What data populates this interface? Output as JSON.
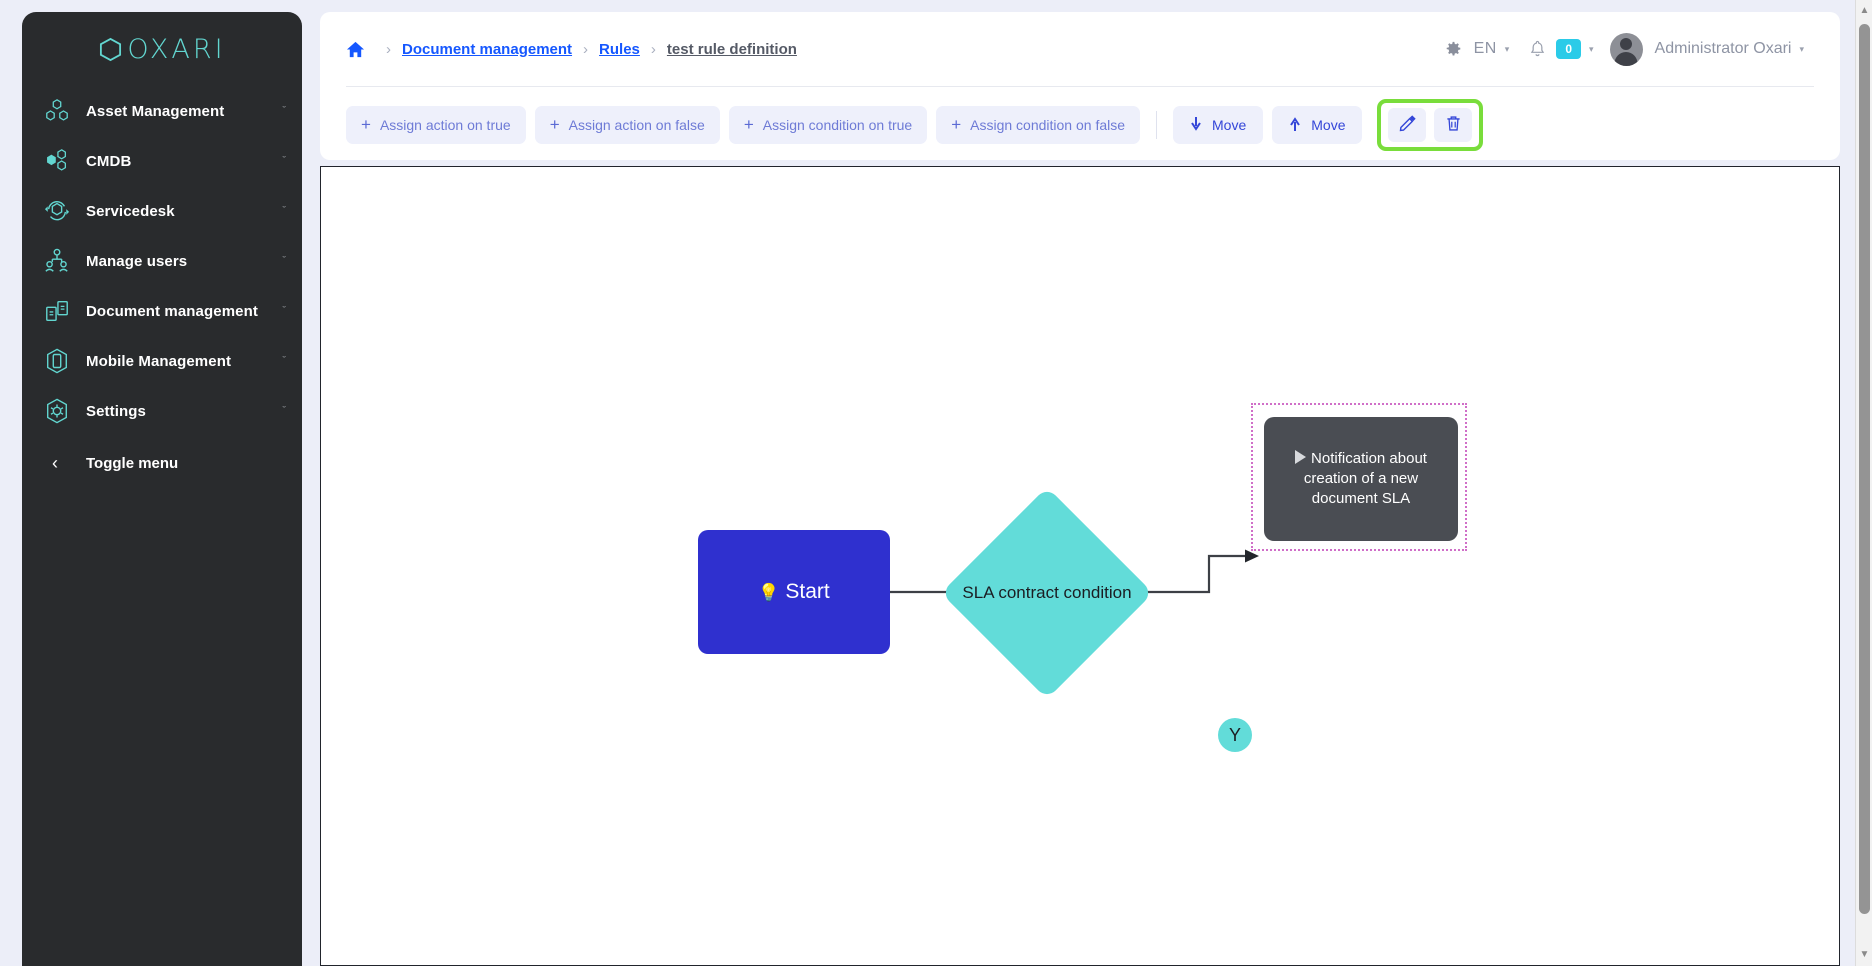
{
  "brand": {
    "logo_text": "OXARI",
    "accent": "#62d6d0"
  },
  "sidebar": {
    "items": [
      {
        "label": "Asset Management",
        "icon": "asset-management-icon",
        "chevron": "ˇ"
      },
      {
        "label": "CMDB",
        "icon": "cmdb-icon",
        "chevron": "ˇ"
      },
      {
        "label": "Servicedesk",
        "icon": "servicedesk-icon",
        "chevron": "ˇ"
      },
      {
        "label": "Manage users",
        "icon": "manage-users-icon",
        "chevron": "ˇ"
      },
      {
        "label": "Document management",
        "icon": "document-management-icon",
        "chevron": "ˇ"
      },
      {
        "label": "Mobile Management",
        "icon": "mobile-management-icon",
        "chevron": "ˇ"
      },
      {
        "label": "Settings",
        "icon": "settings-icon",
        "chevron": "ˇ"
      }
    ],
    "toggle": {
      "label": "Toggle menu",
      "chevron": "‹"
    }
  },
  "header": {
    "breadcrumb": {
      "home_icon": "home-icon",
      "separator": "›",
      "items": [
        {
          "label": "Document management",
          "type": "link"
        },
        {
          "label": "Rules",
          "type": "link"
        },
        {
          "label": "test rule definition",
          "type": "current"
        }
      ]
    },
    "right": {
      "gear_icon": "gear-icon",
      "language": "EN",
      "language_caret": "▾",
      "bell_icon": "bell-icon",
      "notification_count": "0",
      "notification_caret": "▾",
      "avatar": "avatar",
      "user_name": "Administrator Oxari",
      "user_caret": "▾",
      "badge_color": "#2bcbe8"
    }
  },
  "toolbar": {
    "buttons": [
      {
        "label": "Assign action on true",
        "icon": "plus-icon"
      },
      {
        "label": "Assign action on false",
        "icon": "plus-icon"
      },
      {
        "label": "Assign condition on true",
        "icon": "plus-icon"
      },
      {
        "label": "Assign condition on false",
        "icon": "plus-icon"
      }
    ],
    "move_down": {
      "label": "Move",
      "icon": "arrow-down-icon",
      "glyph": "⬇"
    },
    "move_up": {
      "label": "Move",
      "icon": "arrow-up-icon",
      "glyph": "⬆"
    },
    "edit_button": {
      "icon": "pencil-icon"
    },
    "delete_button": {
      "icon": "trash-icon"
    },
    "highlight_color": "#79dd3b"
  },
  "diagram": {
    "type": "flowchart",
    "nodes": [
      {
        "id": "start",
        "label": "Start",
        "icon": "💡",
        "shape": "rounded-rect",
        "color": "#2f30cf",
        "text_color": "#ffffff"
      },
      {
        "id": "condition",
        "label": "SLA contract condition",
        "shape": "diamond",
        "color": "#62dcd9",
        "text_color": "#1b1d22"
      },
      {
        "id": "action",
        "label": "Notification about creation of a new document SLA",
        "icon": "play-icon",
        "shape": "rounded-rect",
        "color": "#4a4d53",
        "text_color": "#ffffff",
        "selected": true,
        "selection_color": "#d06fc8"
      }
    ],
    "edges": [
      {
        "from": "start",
        "to": "condition",
        "label": ""
      },
      {
        "from": "condition",
        "to": "action",
        "label": "Y",
        "label_color": "#62dcd9"
      }
    ]
  },
  "scrollbar": {
    "up": "▲",
    "down": "▼"
  }
}
